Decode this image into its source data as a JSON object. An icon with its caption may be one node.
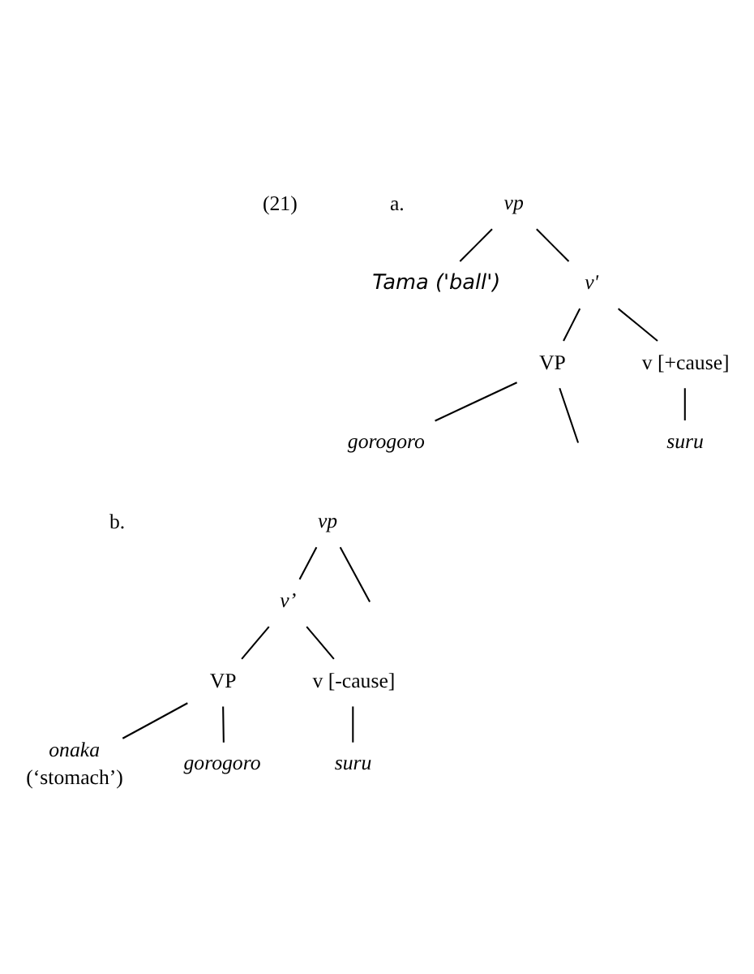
{
  "diagram": {
    "nodes": [
      {
        "text": [
          "vp"
        ]
      },
      {
        "text": [
          "Tama ('ball')"
        ]
      },
      {
        "text": [
          "v'"
        ]
      },
      {
        "text": [
          "VP"
        ]
      },
      {
        "text": [
          "v [+cause]"
        ]
      },
      {
        "text": [
          "suru"
        ]
      },
      {
        "text": [
          "gorogoro"
        ]
      },
      {
        "text": [
          "vp"
        ]
      },
      {
        "text": [
          "v’"
        ]
      },
      {
        "text": [
          "VP"
        ]
      },
      {
        "text": [
          "v [-cause]"
        ]
      },
      {
        "text": [
          "suru"
        ]
      },
      {
        "text": [
          "onaka"
        ],
        "beside": [
          "(‘stomach’)"
        ]
      },
      {
        "text": [
          "gorogoro"
        ]
      }
    ],
    "edges": [
      {
        "from": 0,
        "to": 1,
        "arrow": "none"
      },
      {
        "from": 0,
        "to": 2,
        "arrow": "none"
      },
      {
        "from": 2,
        "to": 3,
        "arrow": "none"
      },
      {
        "from": 2,
        "to": 4,
        "arrow": "none"
      },
      {
        "from": 4,
        "to": 5,
        "arrow": "none"
      },
      {
        "from": 3,
        "to": null,
        "arrow": "none"
      },
      {
        "from": 3,
        "to": 6,
        "arrow": "none"
      },
      {
        "from": 7,
        "to": null,
        "arrow": "none"
      },
      {
        "from": 7,
        "to": 8,
        "arrow": "none"
      },
      {
        "from": 8,
        "to": 9,
        "arrow": "none"
      },
      {
        "from": 8,
        "to": 10,
        "arrow": "none"
      },
      {
        "from": 10,
        "to": 11,
        "arrow": "none"
      },
      {
        "from": 9,
        "to": 12,
        "arrow": "none"
      },
      {
        "from": 9,
        "to": 13,
        "arrow": "none"
      }
    ],
    "labels": [
      "(21)",
      "a.",
      "b."
    ]
  }
}
